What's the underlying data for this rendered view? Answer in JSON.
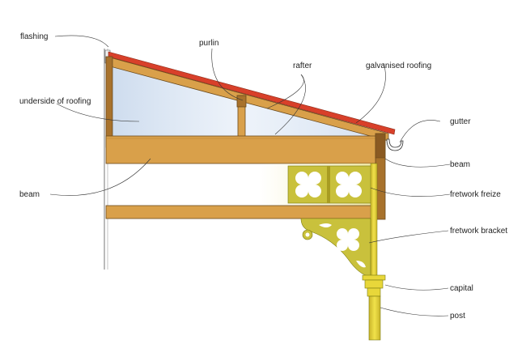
{
  "diagram": {
    "labels": {
      "flashing": "flashing",
      "purlin": "purlin",
      "rafter": "rafter",
      "galvanised_roofing": "galvanised roofing",
      "underside_of_roofing": "underside of roofing",
      "gutter": "gutter",
      "beam_left": "beam",
      "beam_right": "beam",
      "fretwork_freeze": "fretwork freize",
      "fretwork_bracket": "fretwork bracket",
      "capital": "capital",
      "post": "post"
    },
    "colors": {
      "roofing": "#d8402a",
      "timber": "#d9a04a",
      "timber_dark": "#a8722c",
      "fretwork": "#c9c13c",
      "post": "#e8d73a",
      "sky_tint": "#c8d8ec"
    }
  }
}
